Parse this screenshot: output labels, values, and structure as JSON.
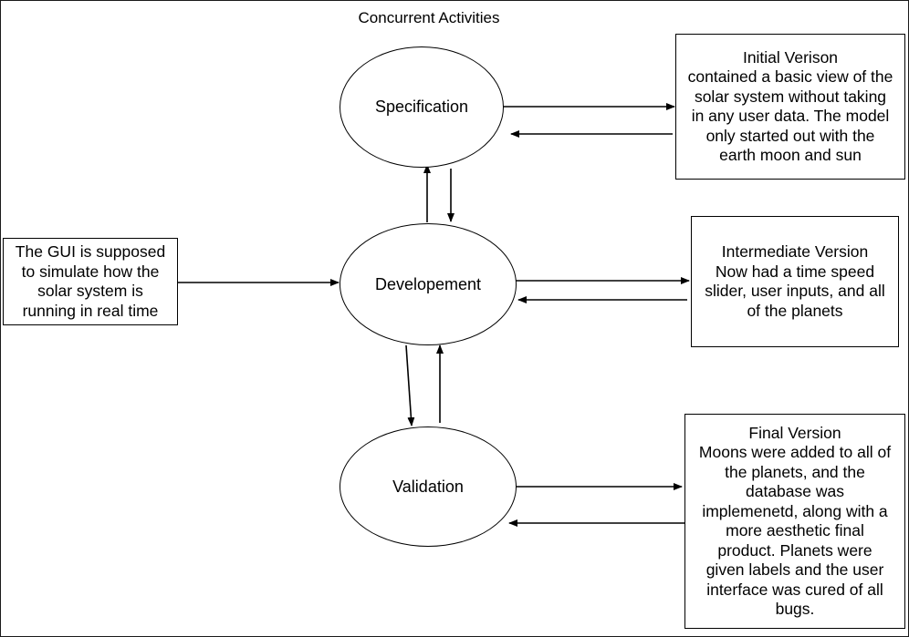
{
  "title": "Concurrent Activities",
  "nodes": {
    "specification": "Specification",
    "development": "Developement",
    "validation": "Validation"
  },
  "input_note": {
    "lines": [
      "The GUI is supposed",
      "to simulate how the",
      "solar system is",
      "running in real time"
    ]
  },
  "versions": {
    "initial": {
      "lines": [
        "Initial Verison",
        "contained a basic view of the",
        "solar system without taking",
        "in any user data. The model",
        "only started out with the",
        "earth moon and sun"
      ]
    },
    "intermediate": {
      "lines": [
        "Intermediate Version",
        "Now had a time speed",
        "slider, user inputs, and all",
        "of the planets"
      ]
    },
    "final": {
      "lines": [
        "Final Version",
        "Moons were added to all of",
        "the planets, and the",
        "database was",
        "implemenetd, along with a",
        "more aesthetic final",
        "product. Planets were",
        "given labels and the user",
        "interface was cured of all",
        "bugs."
      ]
    }
  }
}
